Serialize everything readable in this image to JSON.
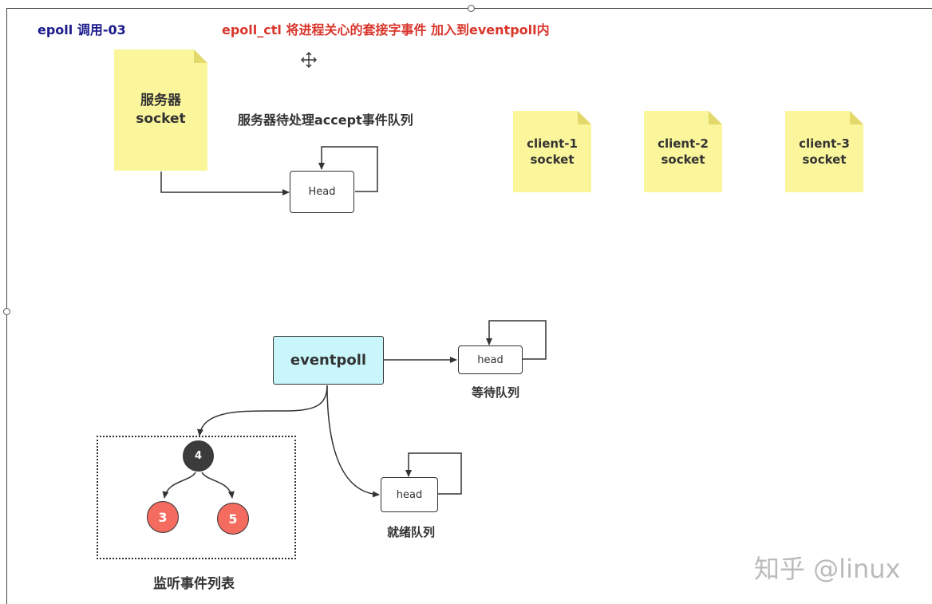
{
  "header": {
    "title": "epoll 调用-03",
    "subtitle": "epoll_ctl 将进程关心的套接字事件 加入到eventpoll内"
  },
  "server_socket": {
    "line1": "服务器",
    "line2": "socket"
  },
  "accept_queue": {
    "label": "服务器待处理accept事件队列",
    "head": "Head"
  },
  "clients": [
    {
      "line1": "client-1",
      "line2": "socket"
    },
    {
      "line1": "client-2",
      "line2": "socket"
    },
    {
      "line1": "client-3",
      "line2": "socket"
    }
  ],
  "eventpoll": {
    "label": "eventpoll"
  },
  "wait_queue": {
    "head": "head",
    "label": "等待队列"
  },
  "ready_list": {
    "head": "head",
    "label": "就绪队列"
  },
  "rbtree": {
    "label": "监听事件列表",
    "nodes": [
      {
        "value": "4",
        "color": "#3b3b3b"
      },
      {
        "value": "3",
        "color": "#f46b5f"
      },
      {
        "value": "5",
        "color": "#f46b5f"
      }
    ]
  },
  "watermark": "知乎 @linux",
  "colors": {
    "title_blue": "#1a1a8c",
    "title_red": "#d9352b",
    "note_yellow": "#fbf59b",
    "eventpoll_fill": "#c8f6fb",
    "node_dark": "#3b3b3b",
    "node_red": "#f46b5f"
  }
}
